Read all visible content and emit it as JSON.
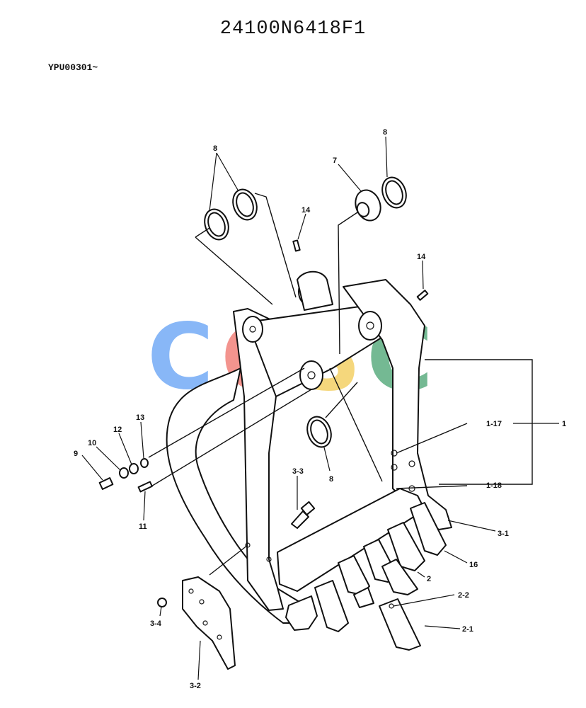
{
  "header": {
    "part_number": "24100N6418F1",
    "serial_range": "YPU00301~"
  },
  "watermark": {
    "letters": [
      "C",
      "G",
      "S",
      "C"
    ],
    "colors": [
      "#5b9cf5",
      "#ef6b64",
      "#f2c84b",
      "#3f9f6a"
    ]
  },
  "callouts": {
    "c1": "1",
    "c1_17": "1-17",
    "c1_18": "1-18",
    "c2": "2",
    "c2_1": "2-1",
    "c2_2": "2-2",
    "c3_1": "3-1",
    "c3_2": "3-2",
    "c3_3": "3-3",
    "c3_4": "3-4",
    "c7": "7",
    "c8a": "8",
    "c8b": "8",
    "c8c": "8",
    "c9": "9",
    "c10": "10",
    "c11": "11",
    "c12": "12",
    "c13": "13",
    "c14a": "14",
    "c14b": "14",
    "c16": "16"
  }
}
